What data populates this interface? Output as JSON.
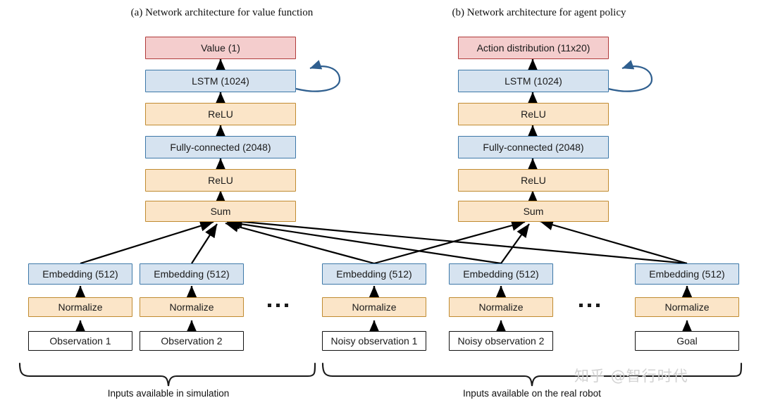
{
  "figure": {
    "captions": [
      {
        "id": "a",
        "text": "(a) Network architecture for value function"
      },
      {
        "id": "b",
        "text": "(b) Network architecture for agent policy"
      }
    ],
    "watermark": "知乎 @智行时代"
  },
  "value_stack": {
    "output": "Value (1)",
    "lstm": "LSTM (1024)",
    "relu_top": "ReLU",
    "fc": "Fully-connected (2048)",
    "relu_bottom": "ReLU",
    "sum": "Sum"
  },
  "policy_stack": {
    "output": "Action distribution (11x20)",
    "lstm": "LSTM (1024)",
    "relu_top": "ReLU",
    "fc": "Fully-connected (2048)",
    "relu_bottom": "ReLU",
    "sum": "Sum"
  },
  "inputs": {
    "embedding_label": "Embedding (512)",
    "normalize_label": "Normalize",
    "columns": [
      {
        "id": "obs1",
        "embedding": "Embedding (512)",
        "normalize": "Normalize",
        "source": "Observation 1"
      },
      {
        "id": "obs2",
        "embedding": "Embedding (512)",
        "normalize": "Normalize",
        "source": "Observation 2"
      },
      {
        "id": "noisy1",
        "embedding": "Embedding (512)",
        "normalize": "Normalize",
        "source": "Noisy observation 1"
      },
      {
        "id": "noisy2",
        "embedding": "Embedding (512)",
        "normalize": "Normalize",
        "source": "Noisy observation 2"
      },
      {
        "id": "goal",
        "embedding": "Embedding (512)",
        "normalize": "Normalize",
        "source": "Goal"
      }
    ]
  },
  "brackets": [
    {
      "id": "simulation",
      "label": "Inputs available in simulation"
    },
    {
      "id": "real-robot",
      "label": "Inputs available on the real robot"
    }
  ],
  "colors": {
    "output_fill": "#f4cdcd",
    "output_border": "#b03a3a",
    "layer_fill": "#d6e3f0",
    "layer_border": "#3d78a8",
    "activation_fill": "#fbe5c8",
    "activation_border": "#c08b31",
    "source_fill": "#ffffff",
    "source_border": "#111111",
    "arrow": "#000000",
    "recurrent_arrow": "#2f5f8f"
  }
}
